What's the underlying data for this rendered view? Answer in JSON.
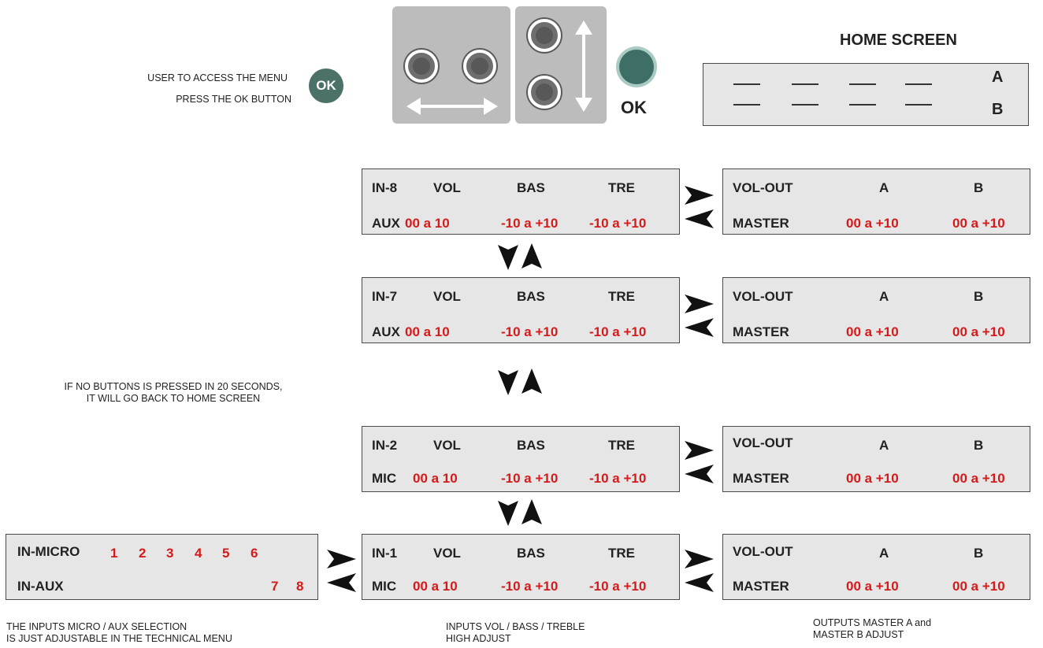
{
  "intro": {
    "line1": "USER TO ACCESS THE MENU",
    "line2": "PRESS THE OK BUTTON",
    "ok_badge": "OK"
  },
  "keypad": {
    "ok_label": "OK"
  },
  "home": {
    "title": "HOME SCREEN",
    "row_a": "A",
    "row_b": "B"
  },
  "timeout_note": {
    "line1": "IF NO BUTTONS IS PRESSED IN 20 SECONDS,",
    "line2": "IT WILL GO BACK TO HOME SCREEN"
  },
  "input_panels": [
    {
      "name": "IN-8",
      "type": "AUX",
      "vol": "VOL",
      "bas": "BAS",
      "tre": "TRE",
      "vol_range": "00 a 10",
      "bas_range": "-10 a +10",
      "tre_range": "-10 a +10"
    },
    {
      "name": "IN-7",
      "type": "AUX",
      "vol": "VOL",
      "bas": "BAS",
      "tre": "TRE",
      "vol_range": "00 a 10",
      "bas_range": "-10 a +10",
      "tre_range": "-10 a +10"
    },
    {
      "name": "IN-2",
      "type": "MIC",
      "vol": "VOL",
      "bas": "BAS",
      "tre": "TRE",
      "vol_range": "00 a 10",
      "bas_range": "-10 a +10",
      "tre_range": "-10 a +10"
    },
    {
      "name": "IN-1",
      "type": "MIC",
      "vol": "VOL",
      "bas": "BAS",
      "tre": "TRE",
      "vol_range": "00 a 10",
      "bas_range": "-10 a +10",
      "tre_range": "-10 a +10"
    }
  ],
  "output_panels": [
    {
      "title": "VOL-OUT",
      "a": "A",
      "b": "B",
      "master": "MASTER",
      "a_range": "00 a +10",
      "b_range": "00 a +10"
    },
    {
      "title": "VOL-OUT",
      "a": "A",
      "b": "B",
      "master": "MASTER",
      "a_range": "00 a +10",
      "b_range": "00 a +10"
    },
    {
      "title": "VOL-OUT",
      "a": "A",
      "b": "B",
      "master": "MASTER",
      "a_range": "00 a +10",
      "b_range": "00 a +10"
    },
    {
      "title": "VOL-OUT",
      "a": "A",
      "b": "B",
      "master": "MASTER",
      "a_range": "00 a +10",
      "b_range": "00 a +10"
    }
  ],
  "selector_panel": {
    "row1_label": "IN-MICRO",
    "row1_values": [
      "1",
      "2",
      "3",
      "4",
      "5",
      "6"
    ],
    "row2_label": "IN-AUX",
    "row2_values": [
      "7",
      "8"
    ]
  },
  "captions": {
    "selector_line1": "THE INPUTS MICRO / AUX SELECTION",
    "selector_line2": "IS JUST ADJUSTABLE IN THE TECHNICAL MENU",
    "inputs_line1": "INPUTS VOL / BASS / TREBLE",
    "inputs_line2": "HIGH ADJUST",
    "outputs_line1": "OUTPUTS MASTER A and",
    "outputs_line2": "MASTER B ADJUST"
  },
  "colors": {
    "panel_bg": "#e6e6e6",
    "value_red": "#d41a1a",
    "ok_green": "#4c7168",
    "keypad_grey": "#bcbcbc"
  },
  "icons": [
    "ok-button-icon",
    "navigation-button-icon",
    "double-arrow-icon",
    "chevron-right-icon",
    "chevron-left-icon",
    "chevron-down-icon",
    "chevron-up-icon"
  ]
}
